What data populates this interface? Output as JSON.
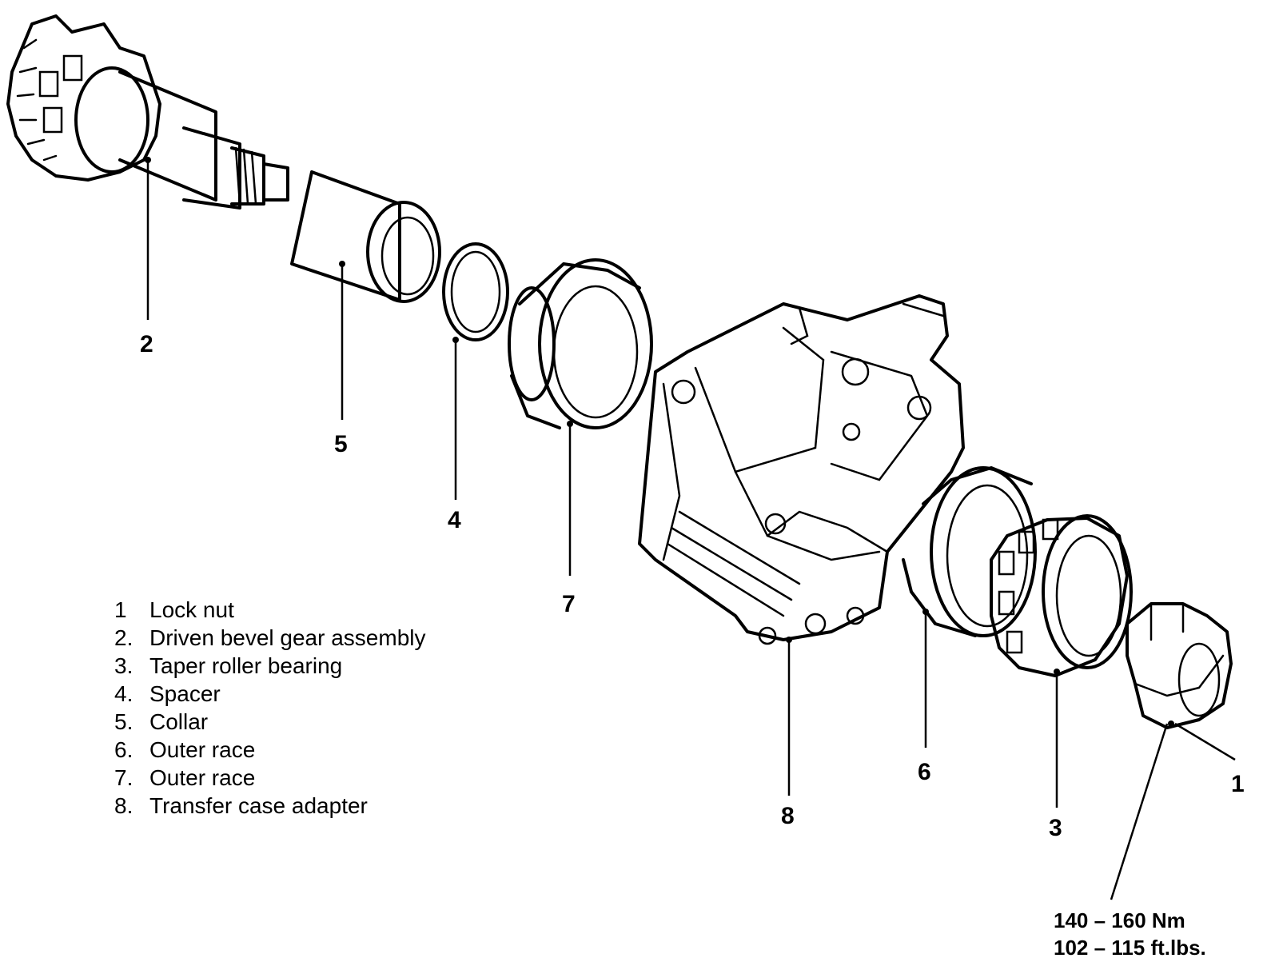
{
  "figure": {
    "title": "Driven bevel gear assembly exploded view"
  },
  "callouts": [
    {
      "id": "c2",
      "label": "2"
    },
    {
      "id": "c5",
      "label": "5"
    },
    {
      "id": "c4",
      "label": "4"
    },
    {
      "id": "c7",
      "label": "7"
    },
    {
      "id": "c8",
      "label": "8"
    },
    {
      "id": "c6",
      "label": "6"
    },
    {
      "id": "c3",
      "label": "3"
    },
    {
      "id": "c1",
      "label": "1"
    }
  ],
  "legend": [
    {
      "num": "1",
      "text": "Lock nut"
    },
    {
      "num": "2.",
      "text": "Driven bevel gear assembly"
    },
    {
      "num": "3.",
      "text": "Taper roller bearing"
    },
    {
      "num": "4.",
      "text": "Spacer"
    },
    {
      "num": "5.",
      "text": "Collar"
    },
    {
      "num": "6.",
      "text": "Outer race"
    },
    {
      "num": "7.",
      "text": "Outer race"
    },
    {
      "num": "8.",
      "text": "Transfer case adapter"
    }
  ],
  "torque": {
    "metric": "140 – 160 Nm",
    "imperial": "102 – 115 ft.lbs."
  }
}
